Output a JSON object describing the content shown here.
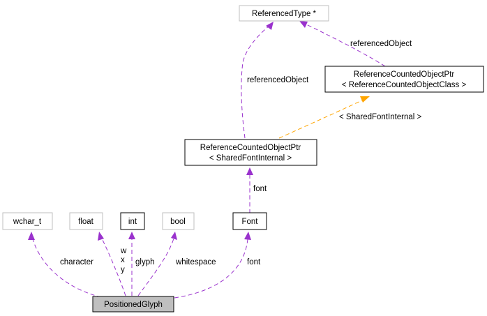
{
  "colors": {
    "usage_edge": "#9a32cd",
    "template_edge": "#ffa500",
    "node_border_solid": "#000000",
    "node_border_grey": "#bfbfbf",
    "selected_fill": "#bfbfbf",
    "node_fill": "#ffffff"
  },
  "nodes": {
    "referenced_type": {
      "label": "ReferencedType *"
    },
    "ref_ptr_class": {
      "line1": "ReferenceCountedObjectPtr",
      "line2": "< ReferenceCountedObjectClass >"
    },
    "ref_ptr_font": {
      "line1": "ReferenceCountedObjectPtr",
      "line2": "< SharedFontInternal >"
    },
    "wchar_t": {
      "label": "wchar_t"
    },
    "float": {
      "label": "float"
    },
    "int": {
      "label": "int"
    },
    "bool": {
      "label": "bool"
    },
    "font": {
      "label": "Font"
    },
    "positioned_glyph": {
      "label": "PositionedGlyph"
    }
  },
  "edges": {
    "referenced_object_right": "referencedObject",
    "referenced_object_left": "referencedObject",
    "template_args": "< SharedFontInternal >",
    "font_upper": "font",
    "character": "character",
    "w": "w",
    "x": "x",
    "y": "y",
    "glyph": "glyph",
    "whitespace": "whitespace",
    "font_lower": "font"
  }
}
